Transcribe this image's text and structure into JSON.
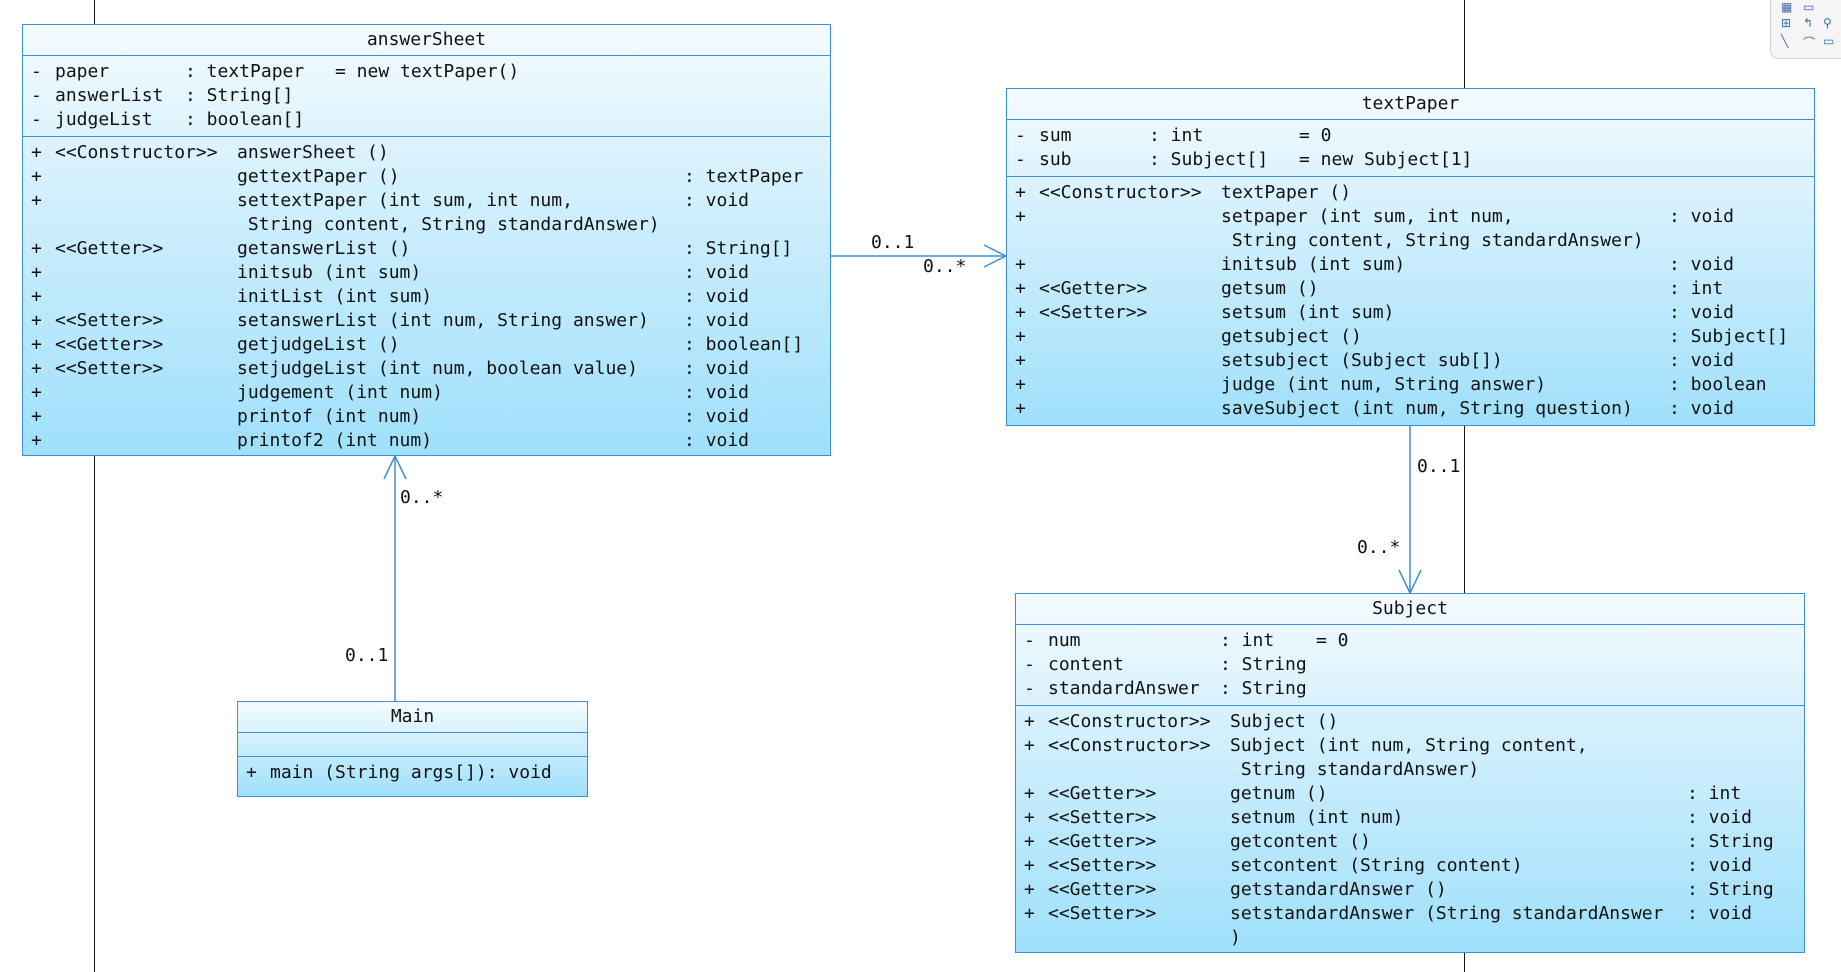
{
  "classes": {
    "answerSheet": {
      "name": "answerSheet",
      "attributes": [
        {
          "vis": "-",
          "name": "paper",
          "type": ": textPaper",
          "init": "= new textPaper()"
        },
        {
          "vis": "-",
          "name": "answerList",
          "type": ": String[]",
          "init": ""
        },
        {
          "vis": "-",
          "name": "judgeList",
          "type": ": boolean[]",
          "init": ""
        }
      ],
      "operations": [
        {
          "vis": "+",
          "stereo": "<<Constructor>>",
          "sig": "answerSheet ()",
          "ret": ""
        },
        {
          "vis": "+",
          "stereo": "",
          "sig": "gettextPaper ()",
          "ret": ": textPaper"
        },
        {
          "vis": "+",
          "stereo": "",
          "sig": "settextPaper (int sum, int num,\n String content, String standardAnswer)",
          "ret": ": void"
        },
        {
          "vis": "+",
          "stereo": "<<Getter>>",
          "sig": "getanswerList ()",
          "ret": ": String[]"
        },
        {
          "vis": "+",
          "stereo": "",
          "sig": "initsub (int sum)",
          "ret": ": void"
        },
        {
          "vis": "+",
          "stereo": "",
          "sig": "initList (int sum)",
          "ret": ": void"
        },
        {
          "vis": "+",
          "stereo": "<<Setter>>",
          "sig": "setanswerList (int num, String answer)",
          "ret": ": void"
        },
        {
          "vis": "+",
          "stereo": "<<Getter>>",
          "sig": "getjudgeList ()",
          "ret": ": boolean[]"
        },
        {
          "vis": "+",
          "stereo": "<<Setter>>",
          "sig": "setjudgeList (int num, boolean value)",
          "ret": ": void"
        },
        {
          "vis": "+",
          "stereo": "",
          "sig": "judgement (int num)",
          "ret": ": void"
        },
        {
          "vis": "+",
          "stereo": "",
          "sig": "printof (int num)",
          "ret": ": void"
        },
        {
          "vis": "+",
          "stereo": "",
          "sig": "printof2 (int num)",
          "ret": ": void"
        }
      ]
    },
    "textPaper": {
      "name": "textPaper",
      "attributes": [
        {
          "vis": "-",
          "name": "sum",
          "type": ": int",
          "init": "= 0"
        },
        {
          "vis": "-",
          "name": "sub",
          "type": ": Subject[]",
          "init": "= new Subject[1]"
        }
      ],
      "operations": [
        {
          "vis": "+",
          "stereo": "<<Constructor>>",
          "sig": "textPaper ()",
          "ret": ""
        },
        {
          "vis": "+",
          "stereo": "",
          "sig": "setpaper (int sum, int num,\n String content, String standardAnswer)",
          "ret": ": void"
        },
        {
          "vis": "+",
          "stereo": "",
          "sig": "initsub (int sum)",
          "ret": ": void"
        },
        {
          "vis": "+",
          "stereo": "<<Getter>>",
          "sig": "getsum ()",
          "ret": ": int"
        },
        {
          "vis": "+",
          "stereo": "<<Setter>>",
          "sig": "setsum (int sum)",
          "ret": ": void"
        },
        {
          "vis": "+",
          "stereo": "",
          "sig": "getsubject ()",
          "ret": ": Subject[]"
        },
        {
          "vis": "+",
          "stereo": "",
          "sig": "setsubject (Subject sub[])",
          "ret": ": void"
        },
        {
          "vis": "+",
          "stereo": "",
          "sig": "judge (int num, String answer)",
          "ret": ": boolean"
        },
        {
          "vis": "+",
          "stereo": "",
          "sig": "saveSubject (int num, String question)",
          "ret": ": void"
        }
      ]
    },
    "Subject": {
      "name": "Subject",
      "attributes": [
        {
          "vis": "-",
          "name": "num",
          "type": ": int",
          "init": "= 0"
        },
        {
          "vis": "-",
          "name": "content",
          "type": ": String",
          "init": ""
        },
        {
          "vis": "-",
          "name": "standardAnswer",
          "type": ": String",
          "init": ""
        }
      ],
      "operations": [
        {
          "vis": "+",
          "stereo": "<<Constructor>>",
          "sig": "Subject ()",
          "ret": ""
        },
        {
          "vis": "+",
          "stereo": "<<Constructor>>",
          "sig": "Subject (int num, String content,\n String standardAnswer)",
          "ret": ""
        },
        {
          "vis": "+",
          "stereo": "<<Getter>>",
          "sig": "getnum ()",
          "ret": ": int"
        },
        {
          "vis": "+",
          "stereo": "<<Setter>>",
          "sig": "setnum (int num)",
          "ret": ": void"
        },
        {
          "vis": "+",
          "stereo": "<<Getter>>",
          "sig": "getcontent ()",
          "ret": ": String"
        },
        {
          "vis": "+",
          "stereo": "<<Setter>>",
          "sig": "setcontent (String content)",
          "ret": ": void"
        },
        {
          "vis": "+",
          "stereo": "<<Getter>>",
          "sig": "getstandardAnswer ()",
          "ret": ": String"
        },
        {
          "vis": "+",
          "stereo": "<<Setter>>",
          "sig": "setstandardAnswer (String standardAnswer\n)",
          "ret": ": void"
        }
      ]
    },
    "Main": {
      "name": "Main",
      "attributes": [],
      "operations": [
        {
          "vis": "+",
          "stereo": "",
          "sig": "main (String args[])",
          "ret": ": void"
        }
      ]
    }
  },
  "associations": {
    "answerSheet_textPaper": {
      "from_mult": "0..1",
      "to_mult": "0..*"
    },
    "textPaper_Subject": {
      "from_mult": "0..1",
      "to_mult": "0..*"
    },
    "Main_answerSheet": {
      "from_mult": "0..1",
      "to_mult": "0..*"
    }
  },
  "colors": {
    "line": "#3c8fd0",
    "accent": "#9fe0fb"
  }
}
